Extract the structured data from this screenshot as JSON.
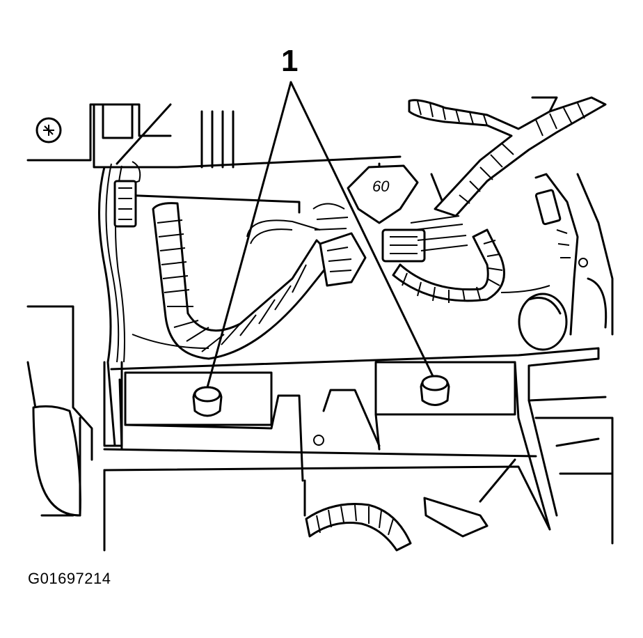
{
  "diagram": {
    "callout_number": "1",
    "figure_id": "G01697214",
    "stray_glyph": "60"
  }
}
